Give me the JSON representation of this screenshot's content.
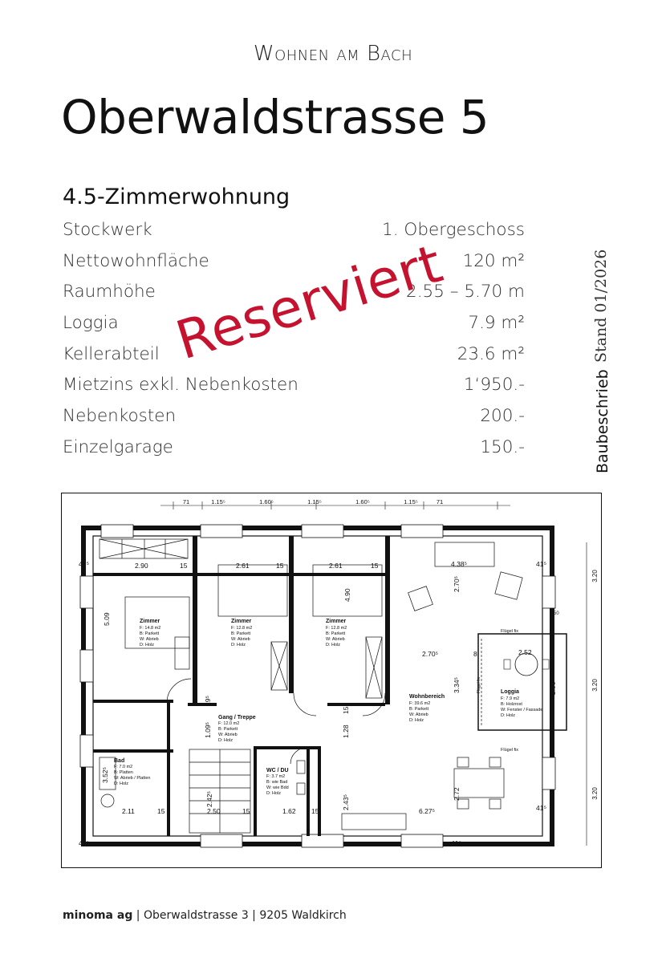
{
  "brand": "Wohnen am Bach",
  "title": "Oberwaldstrasse 5",
  "unit_type": "4.5-Zimmerwohnung",
  "specs": [
    {
      "label": "Stockwerk",
      "value": "1. Obergeschoss"
    },
    {
      "label": "Nettowohnfläche",
      "value": "120 m²"
    },
    {
      "label": "Raumhöhe",
      "value": "2.55 – 5.70 m"
    },
    {
      "label": "Loggia",
      "value": "7.9 m²"
    },
    {
      "label": "Kellerabteil",
      "value": "23.6 m²"
    },
    {
      "label": "Mietzins exkl. Nebenkosten",
      "value": "1‘950.-"
    },
    {
      "label": "Nebenkosten",
      "value": "200.-"
    },
    {
      "label": "Einzelgarage",
      "value": "150.-"
    }
  ],
  "side_links": {
    "baubeschrieb": "Baubeschrieb",
    "stand": "Stand 01/2026"
  },
  "stamp": "Reserviert",
  "plan": {
    "top_dims": [
      "71",
      "1.15⁵",
      "1.60⁵",
      "1.15⁵",
      "1.60⁵",
      "1.15⁵",
      "71"
    ],
    "right_dims": [
      "3.20",
      "3.20",
      "3.20"
    ],
    "rooms": {
      "zimmer1": {
        "name": "Zimmer",
        "f": "F:  14.8 m2",
        "b": "B:  Parkett",
        "w": "W: Abrieb",
        "d": "D:  Holz"
      },
      "zimmer2": {
        "name": "Zimmer",
        "f": "F:  12.8 m2",
        "b": "B:  Parkett",
        "w": "W: Abrieb",
        "d": "D:  Holz"
      },
      "zimmer3": {
        "name": "Zimmer",
        "f": "F:  12.8 m2",
        "b": "B:  Parkett",
        "w": "W: Abrieb",
        "d": "D:  Holz"
      },
      "wohn": {
        "name": "Wohnbereich",
        "f": "F:  39.6 m2",
        "b": "B:  Parkett",
        "w": "W: Abrieb",
        "d": "D:  Holz"
      },
      "loggia": {
        "name": "Loggia",
        "f": "F:  7.9 m2",
        "b": "B:  Holzrost",
        "w": "W: Fenster / Fassade",
        "d": "D:  Holz"
      },
      "gang": {
        "name": "Gang / Treppe",
        "f": "F:  12.0 m2",
        "b": "B:  Parkett",
        "w": "W: Abrieb",
        "d": "D:  Holz"
      },
      "bad": {
        "name": "Bad",
        "f": "F:  7.0 m2",
        "b": "B:  Platten",
        "w": "W: Abrieb / Platten",
        "d": "D:  Holz"
      },
      "wc": {
        "name": "WC / DU",
        "f": "F:  3.7 m2",
        "b": "B:  wie Bad",
        "w": "W: wie Bdd",
        "d": "D:  Holz"
      }
    },
    "dims": {
      "d290": "2.90",
      "d261a": "2.61",
      "d261b": "2.61",
      "d15a": "15",
      "d15b": "15",
      "d15c": "15",
      "d509": "5.09",
      "d490": "4.90",
      "d438": "4.38⁵",
      "d270v": "2.70⁵",
      "d270h": "2.70⁵",
      "d252": "2.52",
      "d290v": "2.90",
      "d334": "3.34⁵",
      "d8": "8",
      "d50": "50",
      "d195": "19⁵",
      "d109": "1.09⁵",
      "d128": "1.28",
      "d15d": "15",
      "d352": "3.52⁵",
      "d242": "2.42⁵",
      "d243": "2.43⁵",
      "d272": "2.72",
      "d627": "6.27⁵",
      "d211": "2.11",
      "d250": "2.50",
      "d162": "1.62",
      "d15e": "15",
      "d15f": "15",
      "d15g": "15",
      "d41a": "41⁵",
      "d41b": "41⁵",
      "d41c": "41⁵",
      "d41d": "41⁵",
      "d41e": "41⁵"
    },
    "fluegel1": "Flügel fix",
    "fluegel2": "Flügel fix",
    "fluegel3": "Flügel fix"
  },
  "footer": {
    "company": "minoma ag",
    "address": " | Oberwaldstrasse 3 | 9205 Waldkirch"
  }
}
